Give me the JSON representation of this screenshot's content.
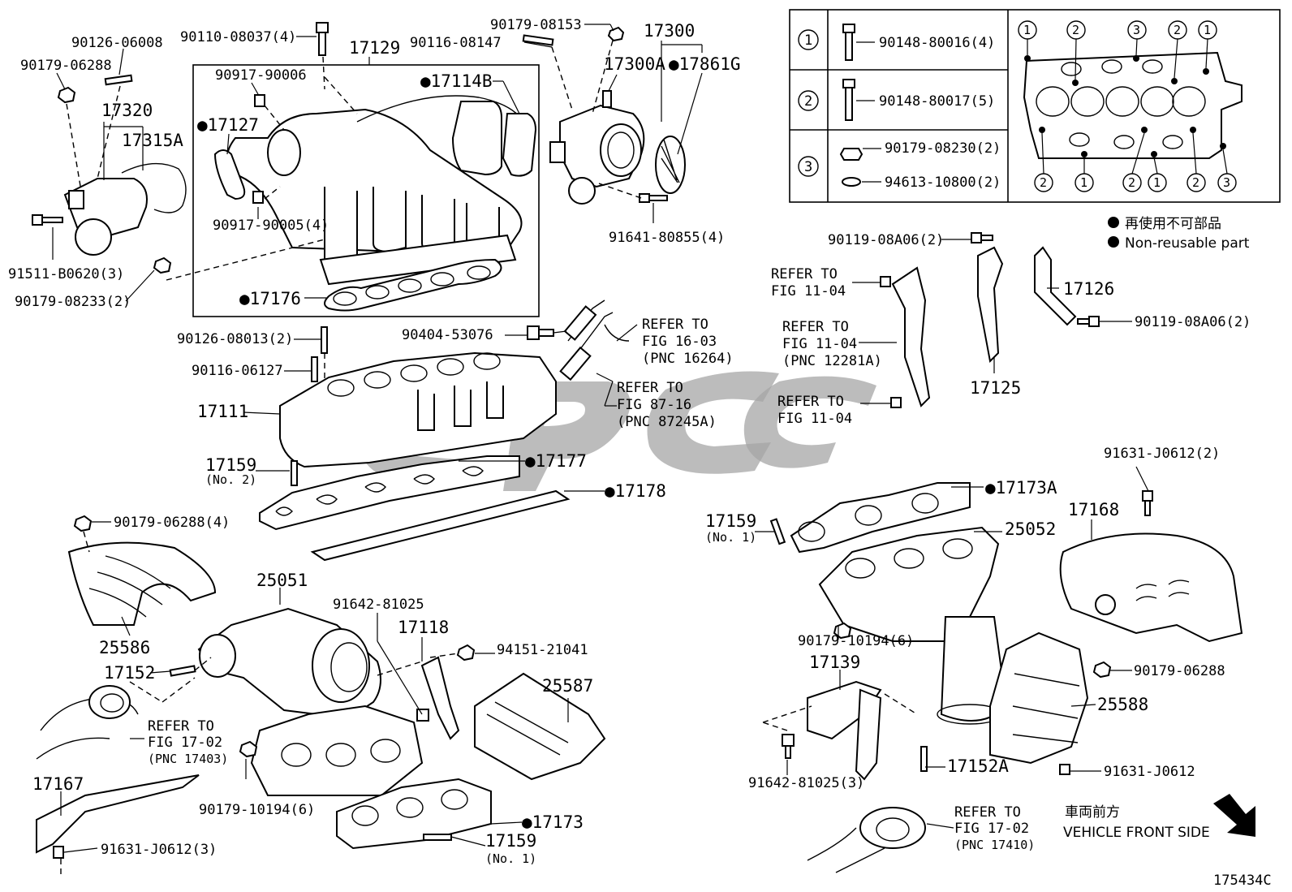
{
  "callouts": {
    "c_90126_06008": "90126-06008",
    "c_90179_06288a": "90179-06288",
    "c_17320": "17320",
    "c_17315a": "17315A",
    "c_91511": "91511-B0620(3)",
    "c_90179_08233": "90179-08233(2)",
    "c_90110_08037": "90110-08037(4)",
    "c_17129": "17129",
    "c_90917_90006": "90917-90006",
    "c_17127": "●17127",
    "c_90917_90005": "90917-90005(4)",
    "c_17176": "●17176",
    "c_17114b": "●17114B",
    "c_90116_08147": "90116-08147",
    "c_90179_08153": "90179-08153",
    "c_17300": "17300",
    "c_17300a": "17300A",
    "c_17861g": "●17861G",
    "c_91641": "91641-80855(4)",
    "c_90126_08013": "90126-08013(2)",
    "c_90116_06127": "90116-06127",
    "c_17111": "17111",
    "c_90404": "90404-53076",
    "c_ref16_1": "REFER TO",
    "c_ref16_2": "FIG 16-03",
    "c_ref16_3": "(PNC 16264)",
    "c_ref87_1": "REFER TO",
    "c_ref87_2": "FIG 87-16",
    "c_ref87_3": "(PNC 87245A)",
    "c_17159a": "17159",
    "c_17159a_sub": "(No. 2)",
    "c_17177": "●17177",
    "c_17178": "●17178",
    "c_90179_06288b": "90179-06288(4)",
    "c_25586": "25586",
    "c_25051": "25051",
    "c_17152": "17152",
    "c_ref17_1": "REFER TO",
    "c_ref17_2": "FIG 17-02",
    "c_ref17_3": "(PNC 17403)",
    "c_91642a": "91642-81025",
    "c_17118": "17118",
    "c_94151": "94151-21041",
    "c_25587": "25587",
    "c_17167": "17167",
    "c_91631a": "91631-J0612(3)",
    "c_90179_10194a": "90179-10194(6)",
    "c_17173": "●17173",
    "c_17159b": "17159",
    "c_17159b_sub": "(No. 1)",
    "c_90119_a": "90119-08A06(2)",
    "c_ref11a_1": "REFER TO",
    "c_ref11a_2": "FIG 11-04",
    "c_ref11b_1": "REFER TO",
    "c_ref11b_2": "FIG 11-04",
    "c_ref11b_3": "(PNC 12281A)",
    "c_ref11c_1": "REFER TO",
    "c_ref11c_2": "FIG 11-04",
    "c_17125": "17125",
    "c_17126": "17126",
    "c_90119_b": "90119-08A06(2)",
    "c_91631b": "91631-J0612(2)",
    "c_17168": "17168",
    "c_17173a": "●17173A",
    "c_17159c": "17159",
    "c_17159c_sub": "(No. 1)",
    "c_25052": "25052",
    "c_90179_10194b": "90179-10194(6)",
    "c_17139": "17139",
    "c_90179_06288c": "90179-06288",
    "c_25588": "25588",
    "c_91642b": "91642-81025(3)",
    "c_17152a": "17152A",
    "c_91631c": "91631-J0612",
    "c_ref17b_1": "REFER TO",
    "c_ref17b_2": "FIG 17-02",
    "c_ref17b_3": "(PNC 17410)",
    "c_front_jp": "車両前方",
    "c_front_en": "VEHICLE FRONT SIDE",
    "c_fig": "175434C"
  },
  "legend": {
    "dot_jp": "再使用不可部品",
    "dot_en": "Non-reusable part"
  },
  "bolt_table": {
    "rows": [
      {
        "num": "1",
        "parts": [
          "90148-80016(4)"
        ]
      },
      {
        "num": "2",
        "parts": [
          "90148-80017(5)"
        ]
      },
      {
        "num": "3",
        "parts": [
          "90179-08230(2)",
          "94613-10800(2)"
        ]
      }
    ],
    "top_marks": [
      "1",
      "2",
      "3",
      "2",
      "1"
    ],
    "bottom_marks": [
      "2",
      "1",
      "2",
      "1",
      "2",
      "3"
    ]
  },
  "watermark": "epc",
  "colors": {
    "ink": "#000000",
    "watermark": "#a6a6a6"
  }
}
